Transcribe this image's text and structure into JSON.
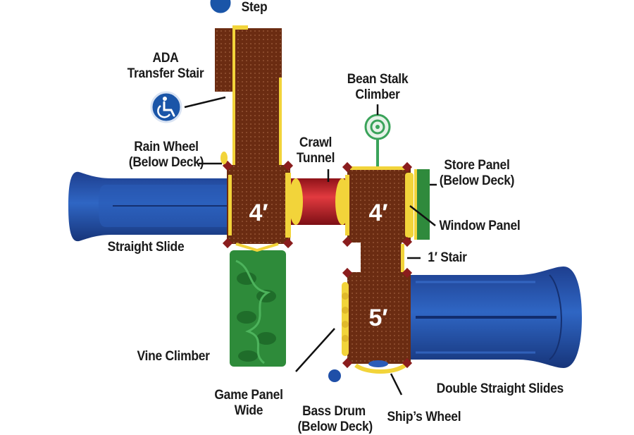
{
  "labels": {
    "step": "Step",
    "ada_line1": "ADA",
    "ada_line2": "Transfer Stair",
    "rain_line1": "Rain Wheel",
    "rain_line2": "(Below Deck)",
    "crawl_line1": "Crawl",
    "crawl_line2": "Tunnel",
    "bean_line1": "Bean Stalk",
    "bean_line2": "Climber",
    "store_line1": "Store Panel",
    "store_line2": "(Below Deck)",
    "window": "Window Panel",
    "stair1": "1′ Stair",
    "straight_slide": "Straight Slide",
    "vine": "Vine Climber",
    "double_slides": "Double Straight Slides",
    "game_line1": "Game Panel",
    "game_line2": "Wide",
    "bass_line1": "Bass Drum",
    "bass_line2": "(Below Deck)",
    "ship": "Ship’s Wheel"
  },
  "decks": {
    "deck_a": "4′",
    "deck_b": "4′",
    "deck_c": "5′"
  },
  "icons": {
    "accessibility": "wheelchair-icon"
  },
  "colors": {
    "deck": "#6b2c12",
    "post": "#8a1d1d",
    "slide": "#1f4fa8",
    "tunnel": "#c8202a",
    "climber": "#2e8b3a",
    "yellow": "#f2d43a",
    "store_panel": "#2f8a3c",
    "bean_stalk": "#3aa35a",
    "ada_blue": "#1a55a8",
    "leader_line": "#111111"
  }
}
